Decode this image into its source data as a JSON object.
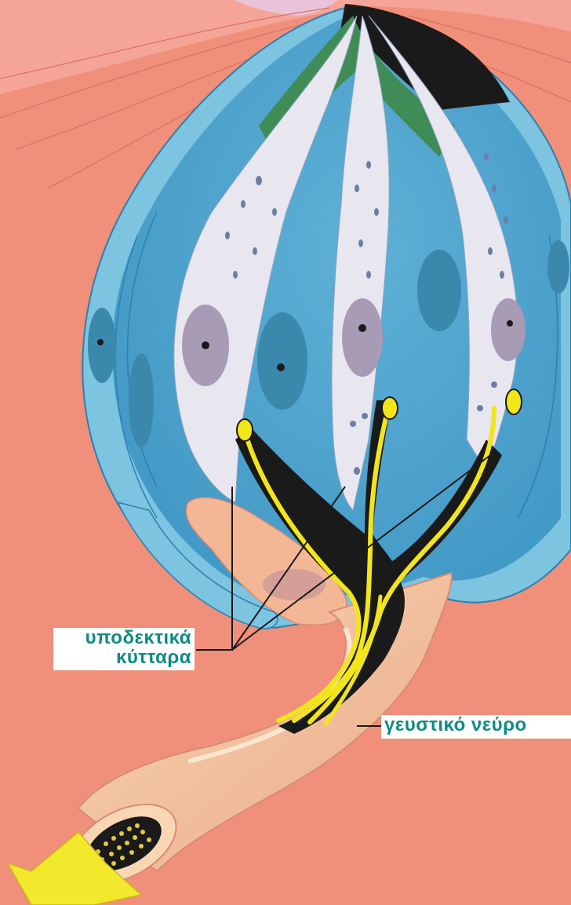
{
  "labels": {
    "receptor_cells_line1": "υποδεκτικά",
    "receptor_cells_line2": "κύτταρα",
    "taste_nerve": "γευστικό νεύρο"
  },
  "colors": {
    "background_tissue": "#f0907a",
    "bud_outer_blue": "#6ab8d8",
    "bud_inner_blue": "#4ea3cc",
    "receptor_cell": "#e8e6ef",
    "nucleus": "#a89bb6",
    "support_cell_nucleus": "#3a88ac",
    "nerve_fiber": "#f2e51a",
    "nerve_sheath": "#f6c9a4",
    "gap_dark": "#1a1a1a",
    "pore_green": "#3f8c56",
    "arrow": "#f3e92c",
    "label_text": "#0f8a86"
  }
}
